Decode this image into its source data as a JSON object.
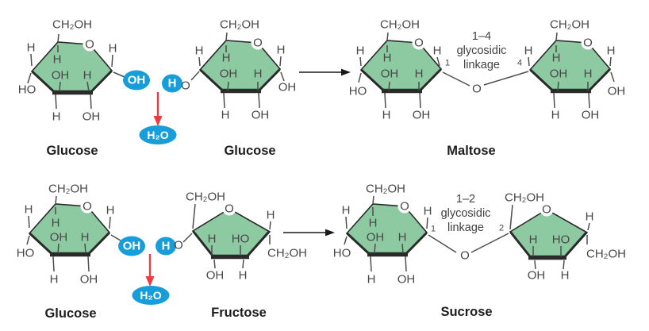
{
  "figure": {
    "description": "Dehydration synthesis of disaccharides",
    "rows": 2
  },
  "colors": {
    "ring_fill": "#8DCAA2",
    "ring_stroke": "#2a2a2a",
    "bond_gray": "#4d4d4d",
    "highlight_blue": "#189DDB",
    "arrow_red": "#EB3B40",
    "name_text": "#1d1d1d",
    "background": "#ffffff"
  },
  "atoms": {
    "h": "H",
    "oh": "OH",
    "ho": "HO",
    "o": "O",
    "ch2oh": "CH₂OH",
    "h2o": "H₂O"
  },
  "molecule_names": {
    "glucose": "Glucose",
    "fructose": "Fructose",
    "maltose": "Maltose",
    "sucrose": "Sucrose"
  },
  "linkages": {
    "maltose": {
      "bond": "1–4",
      "type": "glycosidic",
      "word": "linkage",
      "left_locant": "1",
      "right_locant": "4"
    },
    "sucrose": {
      "bond": "1–2",
      "type": "glycosidic",
      "word": "linkage",
      "left_locant": "1",
      "right_locant": "2"
    }
  },
  "reactions": [
    {
      "reactants": [
        "Glucose",
        "Glucose"
      ],
      "product": "Maltose",
      "linkage": "1–4 glycosidic linkage",
      "released": "H₂O"
    },
    {
      "reactants": [
        "Glucose",
        "Fructose"
      ],
      "product": "Sucrose",
      "linkage": "1–2 glycosidic linkage",
      "released": "H₂O"
    }
  ]
}
